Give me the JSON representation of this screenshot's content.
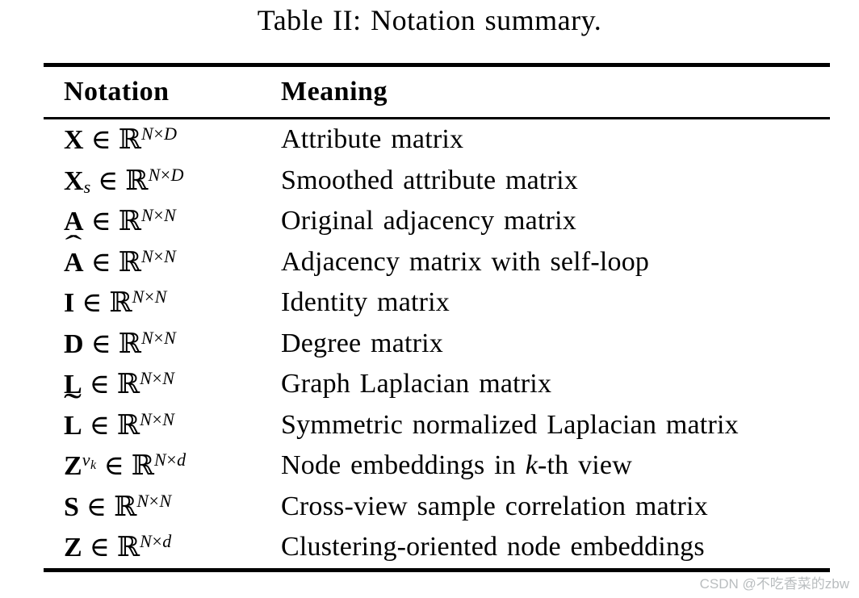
{
  "page": {
    "title": "Table II: Notation summary.",
    "watermark": "CSDN @不吃香菜的zbw"
  },
  "table": {
    "headers": {
      "notation": "Notation",
      "meaning": "Meaning"
    },
    "symbols": {
      "element_of": "∈",
      "reals": "ℝ",
      "times": "×"
    },
    "rows": [
      {
        "symbol": "X",
        "decor": "",
        "sub": "",
        "sup": "",
        "sup_sub": "",
        "dim": [
          "N",
          "D"
        ],
        "meaning": [
          {
            "text": "Attribute matrix"
          }
        ]
      },
      {
        "symbol": "X",
        "decor": "",
        "sub": "s",
        "sup": "",
        "sup_sub": "",
        "dim": [
          "N",
          "D"
        ],
        "meaning": [
          {
            "text": "Smoothed attribute matrix"
          }
        ]
      },
      {
        "symbol": "A",
        "decor": "",
        "sub": "",
        "sup": "",
        "sup_sub": "",
        "dim": [
          "N",
          "N"
        ],
        "meaning": [
          {
            "text": "Original adjacency matrix"
          }
        ]
      },
      {
        "symbol": "A",
        "decor": "hat",
        "sub": "",
        "sup": "",
        "sup_sub": "",
        "dim": [
          "N",
          "N"
        ],
        "meaning": [
          {
            "text": "Adjacency matrix with self-loop"
          }
        ]
      },
      {
        "symbol": "I",
        "decor": "",
        "sub": "",
        "sup": "",
        "sup_sub": "",
        "dim": [
          "N",
          "N"
        ],
        "meaning": [
          {
            "text": "Identity matrix"
          }
        ]
      },
      {
        "symbol": "D",
        "decor": "",
        "sub": "",
        "sup": "",
        "sup_sub": "",
        "dim": [
          "N",
          "N"
        ],
        "meaning": [
          {
            "text": "Degree matrix"
          }
        ]
      },
      {
        "symbol": "L",
        "decor": "",
        "sub": "",
        "sup": "",
        "sup_sub": "",
        "dim": [
          "N",
          "N"
        ],
        "meaning": [
          {
            "text": "Graph Laplacian matrix"
          }
        ]
      },
      {
        "symbol": "L",
        "decor": "tilde",
        "sub": "",
        "sup": "",
        "sup_sub": "",
        "dim": [
          "N",
          "N"
        ],
        "meaning": [
          {
            "text": "Symmetric normalized Laplacian matrix"
          }
        ]
      },
      {
        "symbol": "Z",
        "decor": "",
        "sub": "",
        "sup": "v",
        "sup_sub": "k",
        "dim": [
          "N",
          "d"
        ],
        "meaning": [
          {
            "text": "Node embeddings in "
          },
          {
            "text": "k",
            "italic": true
          },
          {
            "text": "-th view"
          }
        ]
      },
      {
        "symbol": "S",
        "decor": "",
        "sub": "",
        "sup": "",
        "sup_sub": "",
        "dim": [
          "N",
          "N"
        ],
        "meaning": [
          {
            "text": "Cross-view sample correlation matrix"
          }
        ]
      },
      {
        "symbol": "Z",
        "decor": "",
        "sub": "",
        "sup": "",
        "sup_sub": "",
        "dim": [
          "N",
          "d"
        ],
        "meaning": [
          {
            "text": "Clustering-oriented node embeddings"
          }
        ]
      }
    ]
  }
}
